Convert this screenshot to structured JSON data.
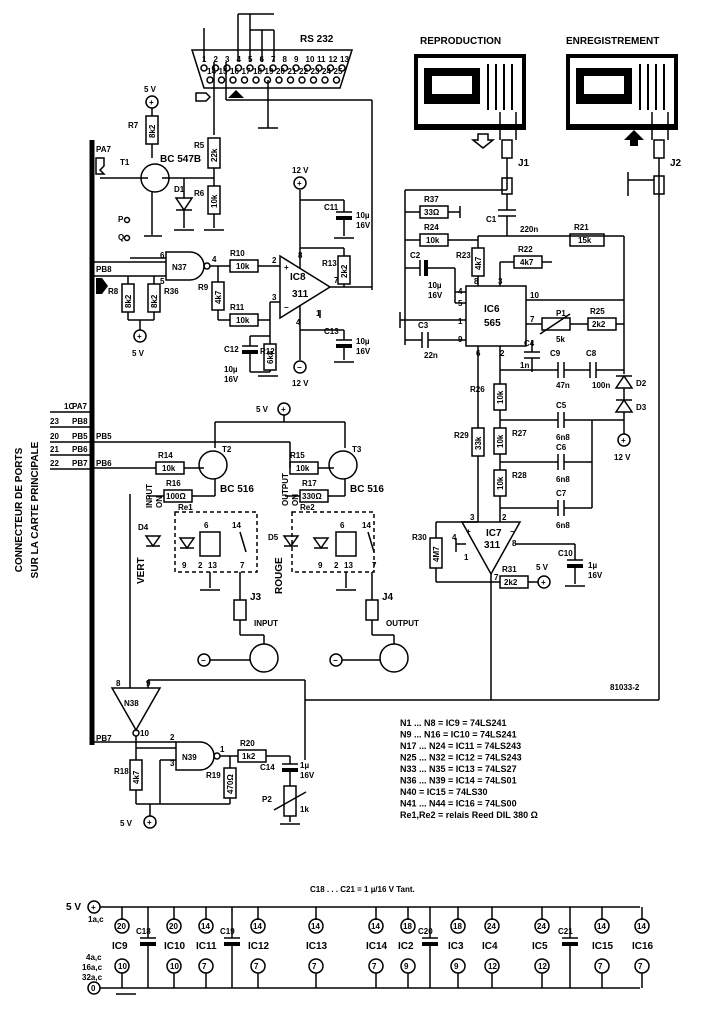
{
  "header": {
    "rs232": "RS 232",
    "reproduction": "REPRODUCTION",
    "enregistrement": "ENREGISTREMENT",
    "figure_code": "81033-2"
  },
  "side_label": {
    "line1": "CONNECTEUR DE PORTS",
    "line2": "SUR LA CARTE PRINCIPALE"
  },
  "ports": [
    {
      "pin": "1C",
      "name": "PA7"
    },
    {
      "pin": "23",
      "name": "PB8"
    },
    {
      "pin": "20",
      "name": "PB5"
    },
    {
      "pin": "21",
      "name": "PB6"
    },
    {
      "pin": "22",
      "name": "PB7"
    }
  ],
  "bus_labels": {
    "pa7": "PA7",
    "pb8": "PB8",
    "pb5": "PB5",
    "pb6": "PB6",
    "pb7": "PB7",
    "p": "P",
    "q": "Q"
  },
  "supplies": {
    "v5": "5 V",
    "v12": "12 V",
    "v12neg": "12 V",
    "v5b": "5 V",
    "v5c": "5 V",
    "v5d": "5 V",
    "v12b": "12 V",
    "v5e": "5 V"
  },
  "ics": {
    "ic8": "IC8",
    "ic8_type": "311",
    "ic6": "IC6",
    "ic6_type": "565",
    "ic7": "IC7",
    "ic7_type": "311",
    "t1": "T1",
    "t1_type": "BC 547B",
    "t2": "T2",
    "t2_type": "BC 516",
    "t3": "T3",
    "t3_type": "BC 516",
    "n37": "N37",
    "n38": "N38",
    "n39": "N39",
    "re1": "Re1",
    "re2": "Re2",
    "j1": "J1",
    "j2": "J2",
    "j3": "J3",
    "j4": "J4"
  },
  "resistors": {
    "r7": "R7",
    "r7v": "8k2",
    "r5": "R5",
    "r5v": "22k",
    "r6": "R6",
    "r6v": "10k",
    "r10": "R10",
    "r10v": "10k",
    "r11": "R11",
    "r11v": "10k",
    "r13": "R13",
    "r13v": "2k2",
    "r9": "R9",
    "r9v": "4k7",
    "r8": "R8",
    "r8v": "8k2",
    "r36": "R36",
    "r36v": "8k2",
    "r12": "R12",
    "r12v": "6k8",
    "r37": "R37",
    "r37v": "33Ω",
    "r24": "R24",
    "r24v": "10k",
    "r23": "R23",
    "r23v": "4k7",
    "r22": "R22",
    "r22v": "4k7",
    "r21": "R21",
    "r21v": "15k",
    "r25": "R25",
    "r25v": "2k2",
    "p1": "P1",
    "p1v": "5k",
    "r26": "R26",
    "r26v": "10k",
    "r27": "R27",
    "r27v": "10k",
    "r28": "R28",
    "r28v": "10k",
    "r29": "R29",
    "r29v": "33k",
    "r30": "R30",
    "r30v": "4M7",
    "r31": "R31",
    "r31v": "2k2",
    "r14": "R14",
    "r14v": "10k",
    "r15": "R15",
    "r15v": "10k",
    "r16": "R16",
    "r16v": "100Ω",
    "r17": "R17",
    "r17v": "330Ω",
    "r18": "R18",
    "r18v": "4k7",
    "r19": "R19",
    "r19v": "470Ω",
    "r20": "R20",
    "r20v": "1k2",
    "p2": "P2",
    "p2v": "1k"
  },
  "capacitors": {
    "c11": "C11",
    "c11v": "10µ\n16V",
    "c13": "C13",
    "c13v": "10µ\n16V",
    "c12": "C12",
    "c12v": "10µ\n16V",
    "c1": "C1",
    "c1v": "220n",
    "c2": "C2",
    "c2v": "10µ\n16V",
    "c3": "C3",
    "c3v": "22n",
    "c4": "C4",
    "c4v": "1n",
    "c9": "C9",
    "c9v": "47n",
    "c8": "C8",
    "c8v": "100n",
    "c5": "C5",
    "c5v": "6n8",
    "c6": "C6",
    "c6v": "6n8",
    "c7": "C7",
    "c7v": "6n8",
    "c10": "C10",
    "c10v": "1µ\n16V",
    "c14": "C14",
    "c14v": "1µ\n16V"
  },
  "diodes": {
    "d1": "D1",
    "d2": "D2",
    "d3": "D3",
    "d4": "D4",
    "d5": "D5"
  },
  "leds": {
    "vert": "VERT",
    "rouge": "ROUGE",
    "input_on": "INPUT\nON",
    "output_on": "OUTPUT\nON"
  },
  "jacks": {
    "input": "INPUT",
    "output": "OUTPUT"
  },
  "parts_list": [
    "N1 ... N8 = IC9 = 74LS241",
    "N9 ... N16 = IC10 = 74LS241",
    "N17 ... N24 = IC11 = 74LS243",
    "N25 ... N32 = IC12 = 74LS243",
    "N33 ... N35 = IC13 = 74LS27",
    "N36 ... N39 = IC14 = 74LS01",
    "N40 = IC15 = 74LS30",
    "N41 ... N44 = IC16 = 74LS00",
    "Re1,Re2 = relais Reed DIL 380 Ω"
  ],
  "supply_strip": {
    "note": "C18 . . . C21 = 1 µ/16 V Tant.",
    "v5": "5 V",
    "v5_pins": "1a,c",
    "gnd_pins": "4a,c\n16a,c\n32a,c",
    "chips": [
      {
        "name": "IC9",
        "vcc": "20",
        "gnd": "10"
      },
      {
        "name": "IC10",
        "vcc": "20",
        "gnd": "10"
      },
      {
        "name": "IC11",
        "vcc": "14",
        "gnd": "7"
      },
      {
        "name": "IC12",
        "vcc": "14",
        "gnd": "7"
      },
      {
        "name": "IC13",
        "vcc": "14",
        "gnd": "7"
      },
      {
        "name": "IC14",
        "vcc": "14",
        "gnd": "7"
      },
      {
        "name": "IC2",
        "vcc": "18",
        "gnd": "9"
      },
      {
        "name": "IC3",
        "vcc": "18",
        "gnd": "9"
      },
      {
        "name": "IC4",
        "vcc": "24",
        "gnd": "12"
      },
      {
        "name": "IC5",
        "vcc": "24",
        "gnd": "12"
      },
      {
        "name": "IC15",
        "vcc": "14",
        "gnd": "7"
      },
      {
        "name": "IC16",
        "vcc": "14",
        "gnd": "7"
      }
    ],
    "caps": [
      "C18",
      "C19",
      "C20",
      "C21"
    ]
  },
  "rs232_pins_top": [
    "1",
    "2",
    "3",
    "4",
    "5",
    "6",
    "7",
    "8",
    "9",
    "10",
    "11",
    "12",
    "13"
  ],
  "rs232_pins_bottom": [
    "14",
    "15",
    "16",
    "17",
    "18",
    "19",
    "20",
    "21",
    "22",
    "23",
    "24",
    "25"
  ]
}
